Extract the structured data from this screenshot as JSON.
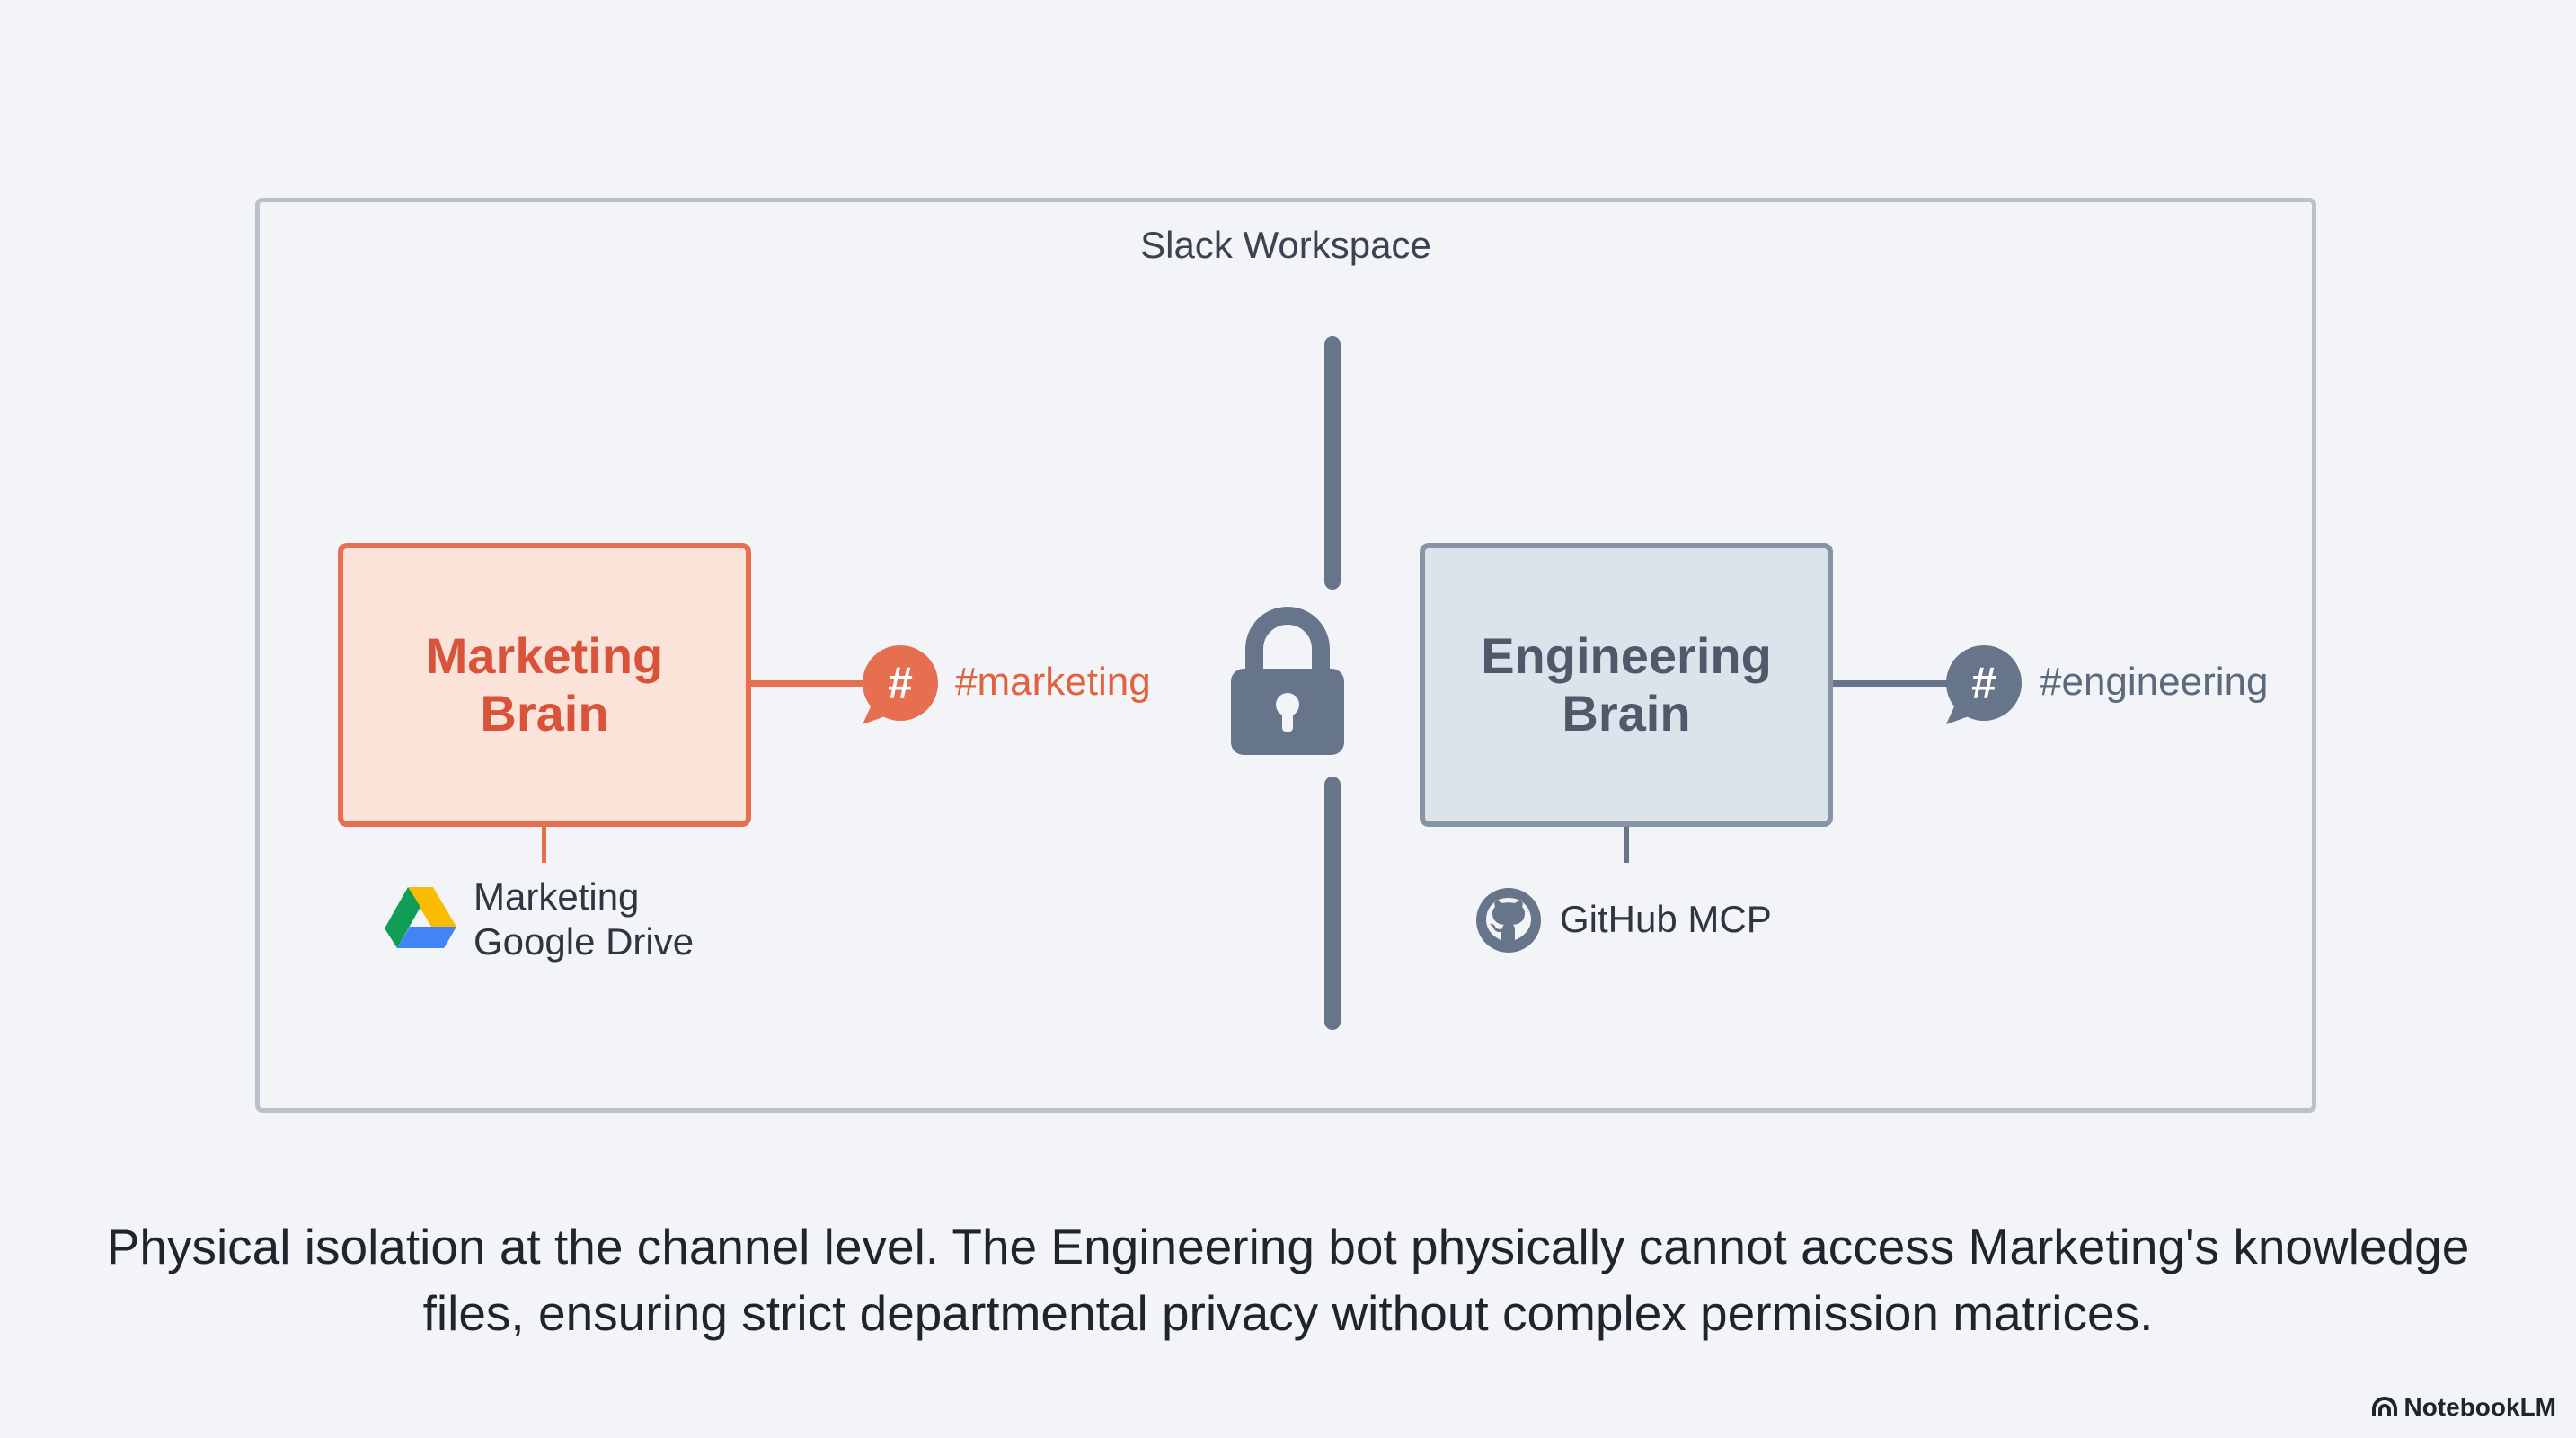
{
  "workspace": {
    "label": "Slack Workspace"
  },
  "marketing": {
    "brain_label": "Marketing\nBrain",
    "channel": "#marketing",
    "source_label": "Marketing\nGoogle Drive",
    "color": "#e66f4f"
  },
  "engineering": {
    "brain_label": "Engineering\nBrain",
    "channel": "#engineering",
    "source_label": "GitHub MCP",
    "color": "#66758a"
  },
  "caption": "Physical isolation at the channel level. The Engineering bot physically cannot access Marketing's knowledge files, ensuring strict departmental privacy without complex permission matrices.",
  "brand": "NotebookLM"
}
